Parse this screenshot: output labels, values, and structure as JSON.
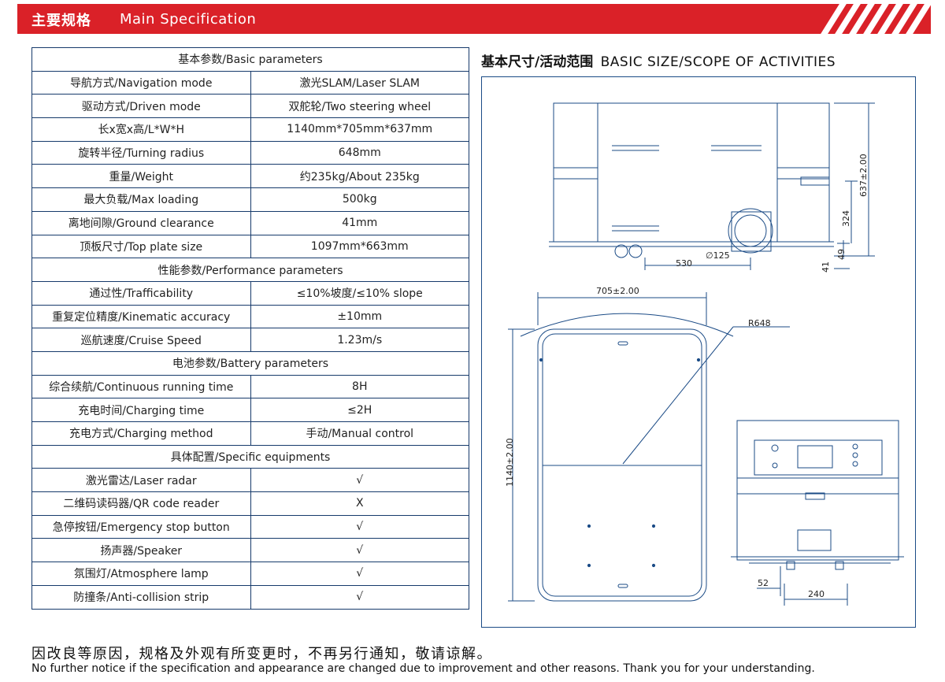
{
  "header": {
    "title_cn": "主要规格",
    "title_en": "Main Specification"
  },
  "spec_table": {
    "rows": [
      {
        "section": "基本参数/Basic parameters"
      },
      {
        "label": "导航方式/Navigation mode",
        "value": "激光SLAM/Laser SLAM"
      },
      {
        "label": "驱动方式/Driven mode",
        "value": "双舵轮/Two steering wheel"
      },
      {
        "label": "长x宽x高/L*W*H",
        "value": "1140mm*705mm*637mm"
      },
      {
        "label": "旋转半径/Turning radius",
        "value": "648mm"
      },
      {
        "label": "重量/Weight",
        "value": "约235kg/About 235kg"
      },
      {
        "label": "最大负载/Max loading",
        "value": "500kg"
      },
      {
        "label": "离地间隙/Ground clearance",
        "value": "41mm"
      },
      {
        "label": "顶板尺寸/Top plate size",
        "value": "1097mm*663mm"
      },
      {
        "section": "性能参数/Performance parameters"
      },
      {
        "label": "通过性/Trafficability",
        "value": "≤10%坡度/≤10% slope"
      },
      {
        "label": "重复定位精度/Kinematic accuracy",
        "value": "±10mm"
      },
      {
        "label": "巡航速度/Cruise Speed",
        "value": "1.23m/s"
      },
      {
        "section": "电池参数/Battery parameters"
      },
      {
        "label": "综合续航/Continuous running time",
        "value": "8H"
      },
      {
        "label": "充电时间/Charging time",
        "value": "≤2H"
      },
      {
        "label": "充电方式/Charging method",
        "value": "手动/Manual control"
      },
      {
        "section": "具体配置/Specific equipments"
      },
      {
        "label": "激光雷达/Laser radar",
        "value": "√"
      },
      {
        "label": "二维码读码器/QR code reader",
        "value": "X"
      },
      {
        "label": "急停按钮/Emergency stop button",
        "value": "√"
      },
      {
        "label": "扬声器/Speaker",
        "value": "√"
      },
      {
        "label": "氛围灯/Atmosphere lamp",
        "value": "√"
      },
      {
        "label": "防撞条/Anti-collision strip",
        "value": "√"
      }
    ]
  },
  "dimensions": {
    "title_cn": "基本尺寸/活动范围",
    "title_en": "BASIC SIZE/SCOPE OF ACTIVITIES",
    "side_view": {
      "height": "637±2.00",
      "h324": "324",
      "h49": "49",
      "h41": "41",
      "len530": "530",
      "wheel": "∅125"
    },
    "top_view": {
      "width": "705±2.00",
      "length": "1140±2.00",
      "radius": "R648"
    },
    "front_view": {
      "d52": "52",
      "d240": "240"
    }
  },
  "footer": {
    "cn": "因改良等原因，规格及外观有所变更时，不再另行通知，敬请谅解。",
    "en": "No further notice if the specification and appearance are changed due to improvement and other reasons. Thank you for your understanding."
  },
  "colors": {
    "brand_red": "#da2128",
    "table_border": "#163a6b",
    "drawing_line": "#1b4b86"
  }
}
